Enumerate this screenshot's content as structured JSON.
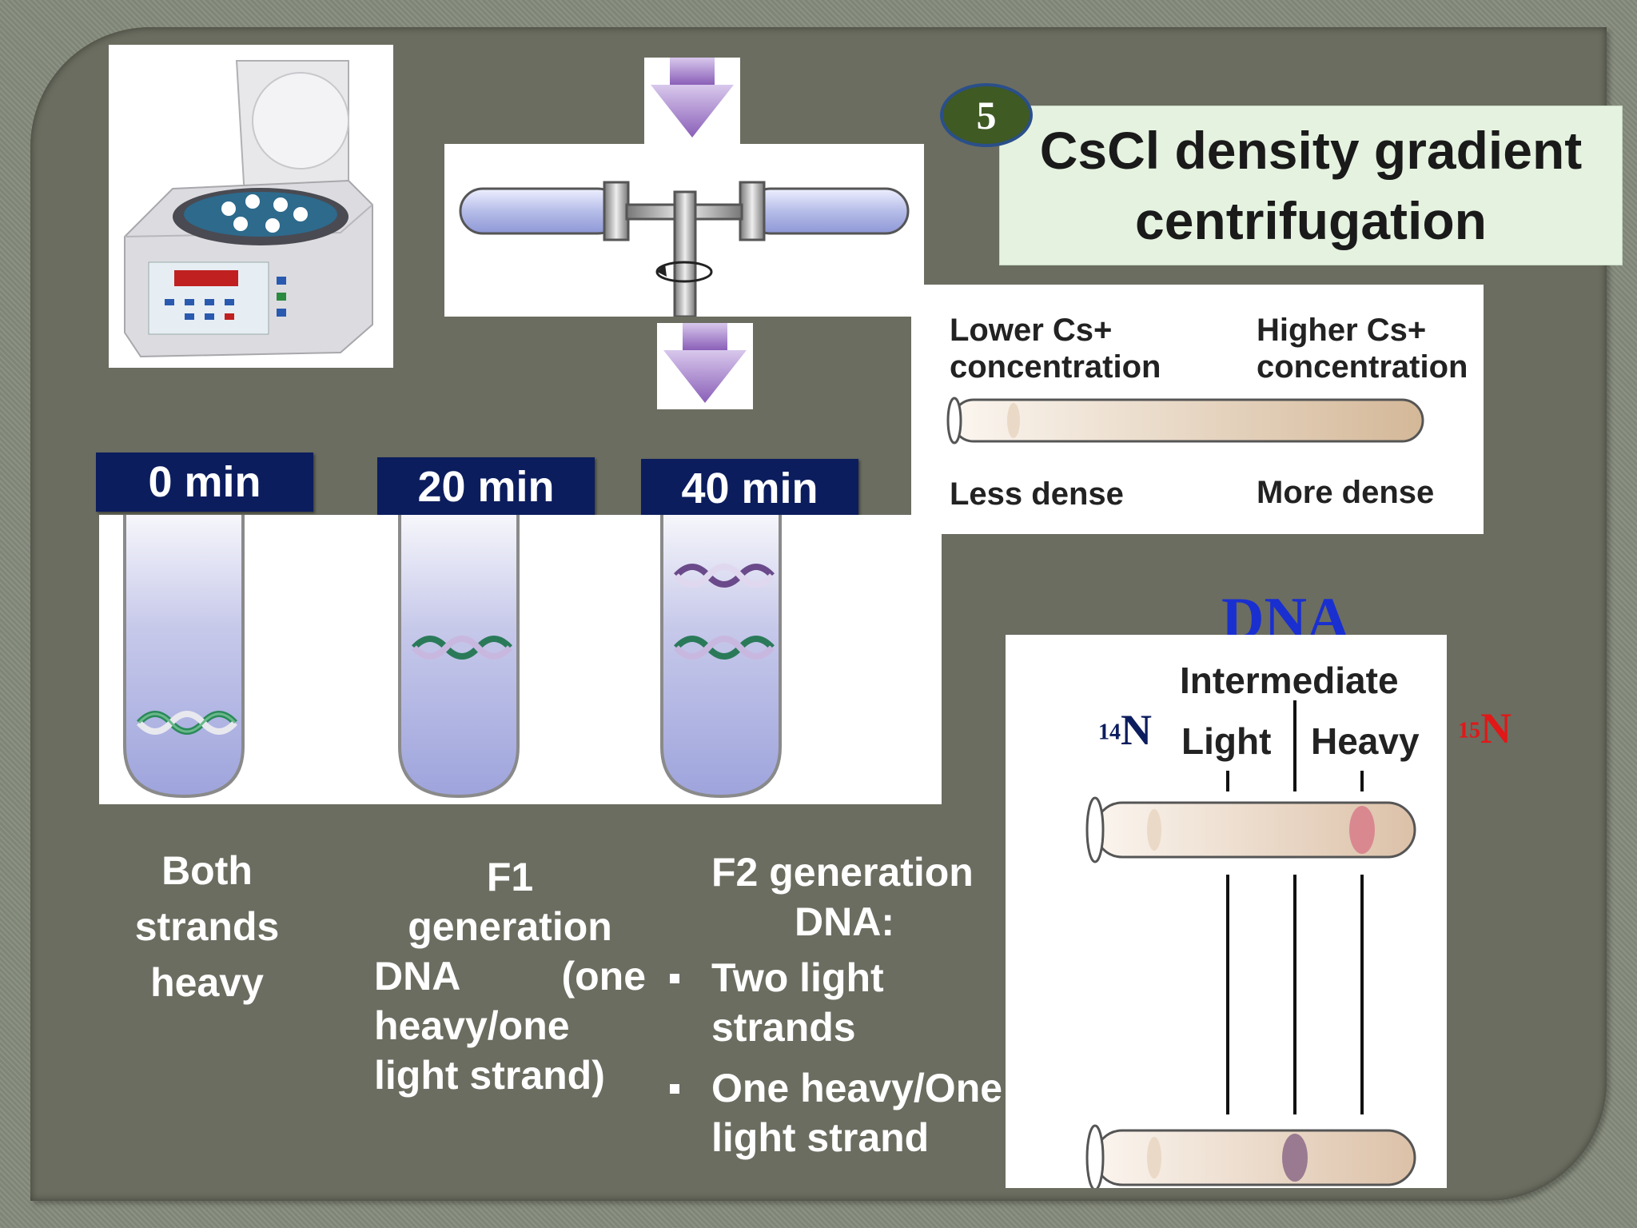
{
  "slide": {
    "badge_number": "5",
    "title": "CsCl density gradient centrifugation"
  },
  "time_labels": [
    "0 min",
    "20 min",
    "40 min"
  ],
  "gradient_panel": {
    "left_top": "Lower Cs+",
    "left_top_2": "concentration",
    "right_top": "Higher Cs+",
    "right_top_2": "concentration",
    "left_bottom": "Less dense",
    "right_bottom": "More dense"
  },
  "dna_panel": {
    "heading": "DNA",
    "intermediate": "Intermediate",
    "light": "Light",
    "heavy": "Heavy",
    "n14_mass": "14",
    "n14_symbol": "N",
    "n15_mass": "15",
    "n15_symbol": "N"
  },
  "captions": {
    "col1": [
      "Both",
      "strands",
      "heavy"
    ],
    "col2": [
      "F1",
      "generation",
      "DNA (one",
      "heavy/one",
      "light strand)"
    ],
    "col3_heading": [
      "F2 generation",
      "DNA:"
    ],
    "col3_bullets": [
      [
        "Two light",
        "strands"
      ],
      [
        "One heavy/One",
        "light strand"
      ]
    ]
  },
  "colors": {
    "title_bg": "#e4f2df",
    "time_label_bg": "#0c1d5e",
    "dna_heading": "#1a2fd0",
    "n14": "#0c1d5e",
    "n15": "#e01818"
  }
}
